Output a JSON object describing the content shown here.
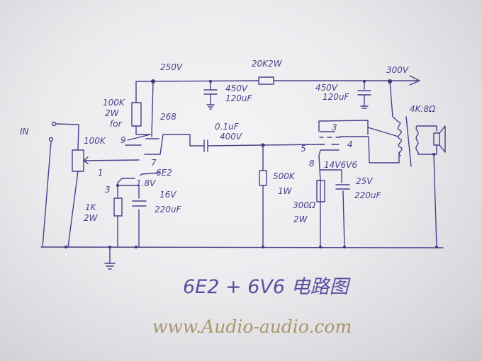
{
  "diagram": {
    "title": "6E2 + 6V6 电路图",
    "watermark": "www.Audio-audio.com",
    "input_label": "IN",
    "supply": {
      "b_plus_1": "250V",
      "b_plus_2": "300V"
    },
    "dropping_resistor": "20K2W",
    "filter_cap_1": {
      "voltage": "450V",
      "value": "120uF"
    },
    "filter_cap_2": {
      "voltage": "450V",
      "value": "120uF"
    },
    "plate_resistor": {
      "value": "100K",
      "power": "2W",
      "note": "for"
    },
    "volume_pot": "100K",
    "tube_1": {
      "name": "6E2",
      "pins": [
        "9",
        "268",
        "7",
        "1",
        "3"
      ],
      "cathode_voltage": "1.8V"
    },
    "cathode_resistor_1": {
      "value": "1K",
      "power": "2W"
    },
    "cathode_cap_1": {
      "voltage": "16V",
      "value": "220uF"
    },
    "coupling_cap": {
      "value": "0.1uF",
      "voltage": "400V"
    },
    "grid_resistor": {
      "value": "500K",
      "power": "1W"
    },
    "tube_2": {
      "name": "6V6",
      "pins": [
        "3",
        "4",
        "5",
        "8"
      ],
      "cathode_label": "14V6V6"
    },
    "cathode_resistor_2": {
      "value": "300Ω",
      "power": "2W"
    },
    "cathode_cap_2": {
      "voltage": "25V",
      "value": "220uF"
    },
    "output_transformer": "4K:8Ω"
  }
}
